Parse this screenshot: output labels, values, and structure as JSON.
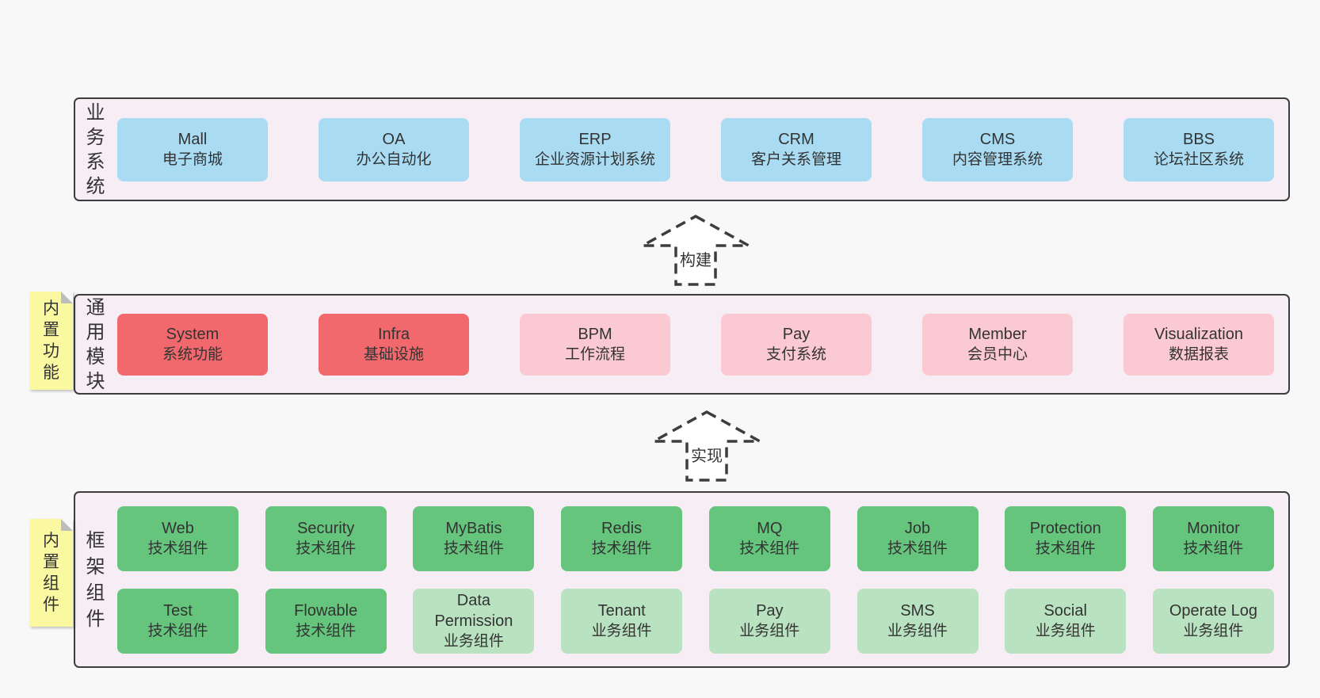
{
  "palette": {
    "page_bg": "#f8f8f8",
    "band_bg": "#f7edf5",
    "band_border": "#3d3d3d",
    "blue": "#a9dcf3",
    "red": "#f2696d",
    "pink": "#fbc9d1",
    "green": "#66c57d",
    "light_green": "#b9e2c0",
    "sticky_yellow": "#faf8a0",
    "text": "#333333"
  },
  "bands": {
    "business": {
      "label": "业务系统",
      "boxes": [
        {
          "name": "Mall",
          "desc": "电子商城"
        },
        {
          "name": "OA",
          "desc": "办公自动化"
        },
        {
          "name": "ERP",
          "desc": "企业资源计划系统"
        },
        {
          "name": "CRM",
          "desc": "客户关系管理"
        },
        {
          "name": "CMS",
          "desc": "内容管理系统"
        },
        {
          "name": "BBS",
          "desc": "论坛社区系统"
        }
      ]
    },
    "modules": {
      "label": "通用模块",
      "sticky": "内置功能",
      "boxes": [
        {
          "name": "System",
          "desc": "系统功能",
          "variant": "red"
        },
        {
          "name": "Infra",
          "desc": "基础设施",
          "variant": "red"
        },
        {
          "name": "BPM",
          "desc": "工作流程",
          "variant": "pink"
        },
        {
          "name": "Pay",
          "desc": "支付系统",
          "variant": "pink"
        },
        {
          "name": "Member",
          "desc": "会员中心",
          "variant": "pink"
        },
        {
          "name": "Visualization",
          "desc": "数据报表",
          "variant": "pink"
        }
      ]
    },
    "framework": {
      "label": "框架组件",
      "sticky": "内置组件",
      "row1": [
        {
          "name": "Web",
          "desc": "技术组件",
          "variant": "green"
        },
        {
          "name": "Security",
          "desc": "技术组件",
          "variant": "green"
        },
        {
          "name": "MyBatis",
          "desc": "技术组件",
          "variant": "green"
        },
        {
          "name": "Redis",
          "desc": "技术组件",
          "variant": "green"
        },
        {
          "name": "MQ",
          "desc": "技术组件",
          "variant": "green"
        },
        {
          "name": "Job",
          "desc": "技术组件",
          "variant": "green"
        },
        {
          "name": "Protection",
          "desc": "技术组件",
          "variant": "green"
        },
        {
          "name": "Monitor",
          "desc": "技术组件",
          "variant": "green"
        }
      ],
      "row2": [
        {
          "name": "Test",
          "desc": "技术组件",
          "variant": "green"
        },
        {
          "name": "Flowable",
          "desc": "技术组件",
          "variant": "green"
        },
        {
          "name": "Data Permission",
          "desc": "业务组件",
          "variant": "light"
        },
        {
          "name": "Tenant",
          "desc": "业务组件",
          "variant": "light"
        },
        {
          "name": "Pay",
          "desc": "业务组件",
          "variant": "light"
        },
        {
          "name": "SMS",
          "desc": "业务组件",
          "variant": "light"
        },
        {
          "name": "Social",
          "desc": "业务组件",
          "variant": "light"
        },
        {
          "name": "Operate Log",
          "desc": "业务组件",
          "variant": "light"
        }
      ]
    },
    "arrows": {
      "build": "构建",
      "implement": "实现"
    }
  }
}
